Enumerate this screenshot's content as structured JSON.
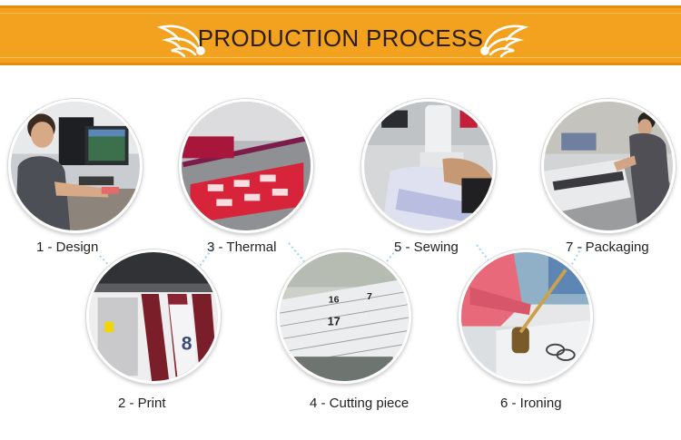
{
  "header": {
    "title": "PRODUCTION PROCESS",
    "left_ornament": "wing-icon",
    "right_ornament": "wing-icon",
    "band_color": "#f2a21e"
  },
  "steps": [
    {
      "label": "1 - Design",
      "photo": "design-photo"
    },
    {
      "label": "2 - Print",
      "photo": "print-photo"
    },
    {
      "label": "3 - Thermal",
      "photo": "thermal-photo"
    },
    {
      "label": "4 - Cutting piece",
      "photo": "cutting-photo"
    },
    {
      "label": "5 - Sewing",
      "photo": "sewing-photo"
    },
    {
      "label": "6 - Ironing",
      "photo": "ironing-photo"
    },
    {
      "label": "7 - Packaging",
      "photo": "packaging-photo"
    }
  ]
}
